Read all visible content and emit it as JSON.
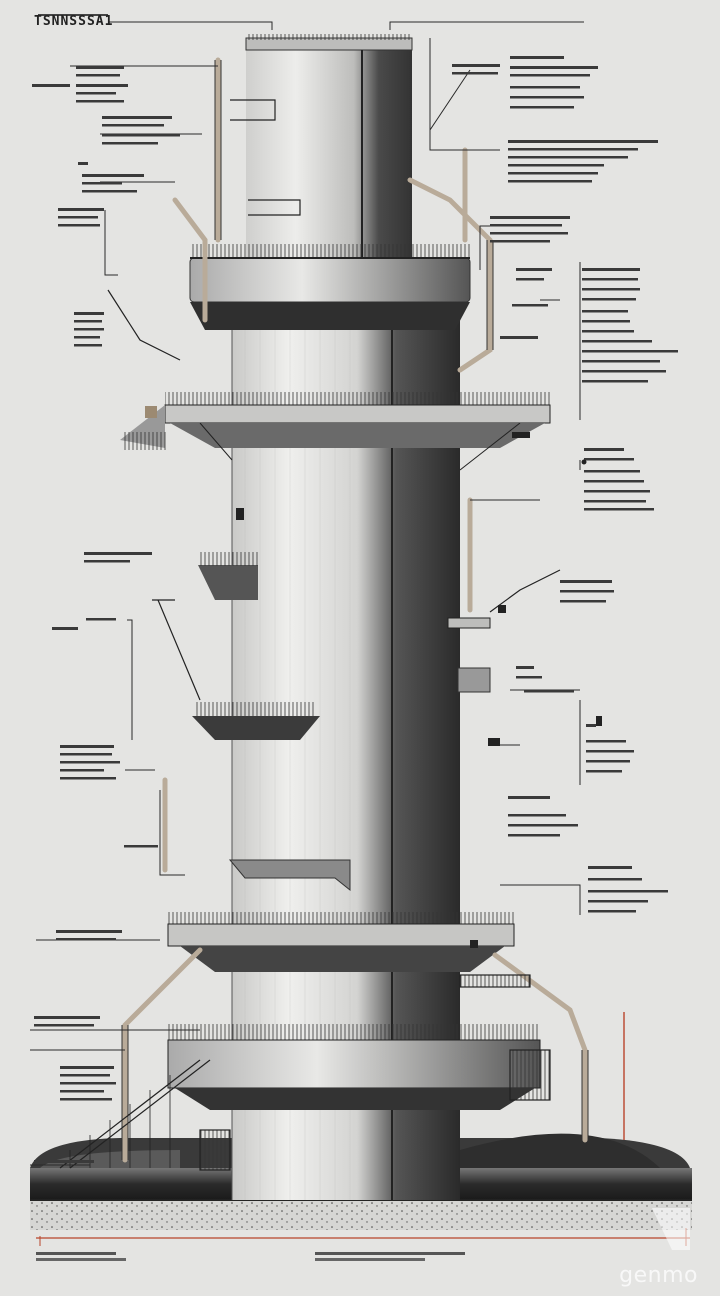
{
  "header": {
    "title": "TSNNSSSA1"
  },
  "watermark": {
    "text": "genmo"
  },
  "colors": {
    "background": "#e4e4e2",
    "ink": "#1e1e1e",
    "tower_light": "#dcdcda",
    "tower_dark": "#3a3a3a",
    "pipe": "#b9ab99",
    "accent_red": "#b8452b"
  },
  "diagram": {
    "kind": "industrial tower technical elevation drawing",
    "annotation_text_legible": false
  }
}
